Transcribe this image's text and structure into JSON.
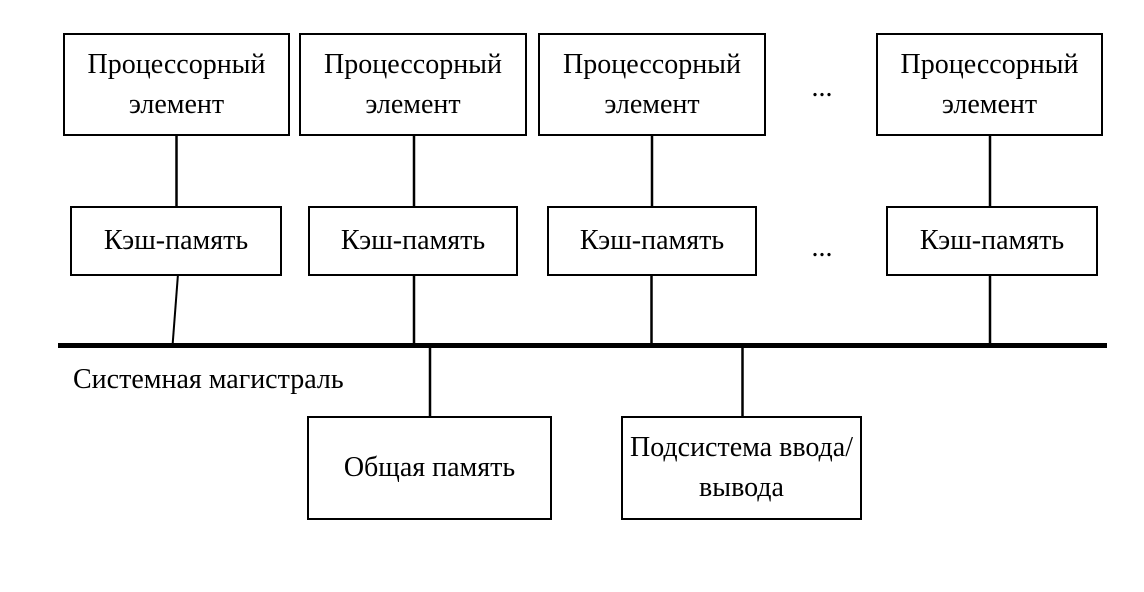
{
  "diagram": {
    "background_color": "#ffffff",
    "line_color": "#000000",
    "processor_boxes": [
      {
        "label": "Процессорный элемент"
      },
      {
        "label": "Процессорный элемент"
      },
      {
        "label": "Процессорный элемент"
      },
      {
        "label": "Процессорный элемент"
      }
    ],
    "top_row_ellipsis": "...",
    "cache_boxes": [
      {
        "label": "Кэш-память"
      },
      {
        "label": "Кэш-память"
      },
      {
        "label": "Кэш-память"
      },
      {
        "label": "Кэш-память"
      }
    ],
    "cache_row_ellipsis": "...",
    "bus_label": "Системная магистраль",
    "shared_memory_box": {
      "label": "Общая память"
    },
    "io_subsystem_box": {
      "label": "Подсистема ввода/вывода"
    }
  }
}
